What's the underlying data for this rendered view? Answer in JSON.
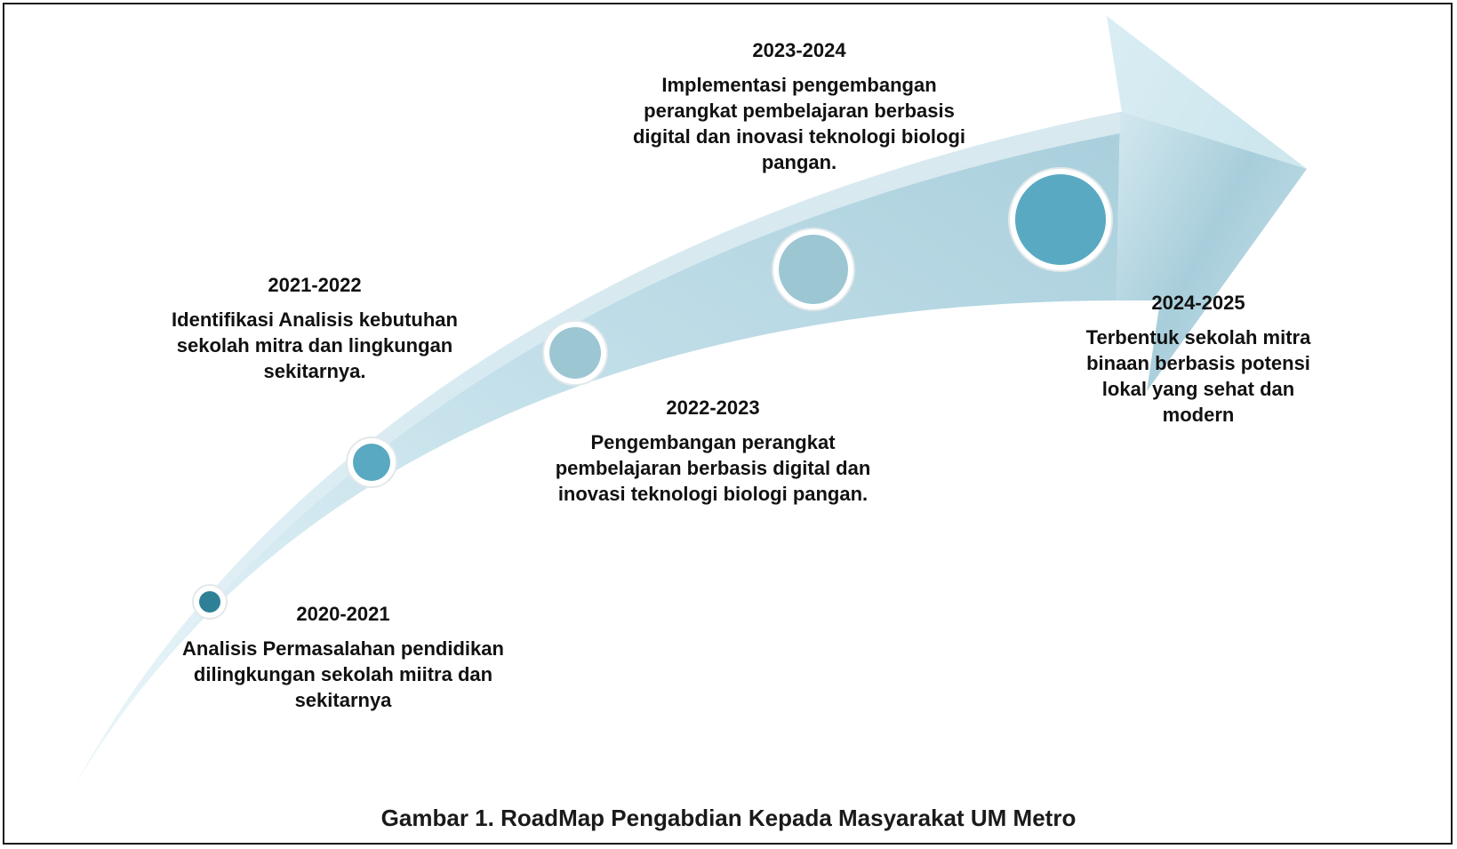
{
  "milestones": [
    {
      "year": "2020-2021",
      "text": "Analisis  Permasalahan pendidikan dilingkungan sekolah miitra dan sekitarnya"
    },
    {
      "year": "2021-2022",
      "text": "Identifikasi Analisis kebutuhan sekolah mitra dan lingkungan sekitarnya."
    },
    {
      "year": "2022-2023",
      "text": "Pengembangan perangkat pembelajaran berbasis digital dan inovasi teknologi biologi pangan."
    },
    {
      "year": "2023-2024",
      "text": "Implementasi pengembangan perangkat pembelajaran berbasis digital dan inovasi teknologi biologi pangan."
    },
    {
      "year": "2024-2025",
      "text": "Terbentuk sekolah mitra binaan berbasis potensi lokal yang sehat dan modern"
    }
  ],
  "caption": "Gambar 1. RoadMap Pengabdian Kepada Masyarakat UM Metro",
  "colors": {
    "arrow_light": "#dff1f6",
    "arrow_mid": "#b8d8e3",
    "arrow_dark": "#8fbccd",
    "dot_1": "#2e8096",
    "dot_2": "#5aa9c2",
    "dot_3": "#9dc6d3",
    "dot_4": "#9dc6d3",
    "dot_5": "#5aa9c2"
  }
}
